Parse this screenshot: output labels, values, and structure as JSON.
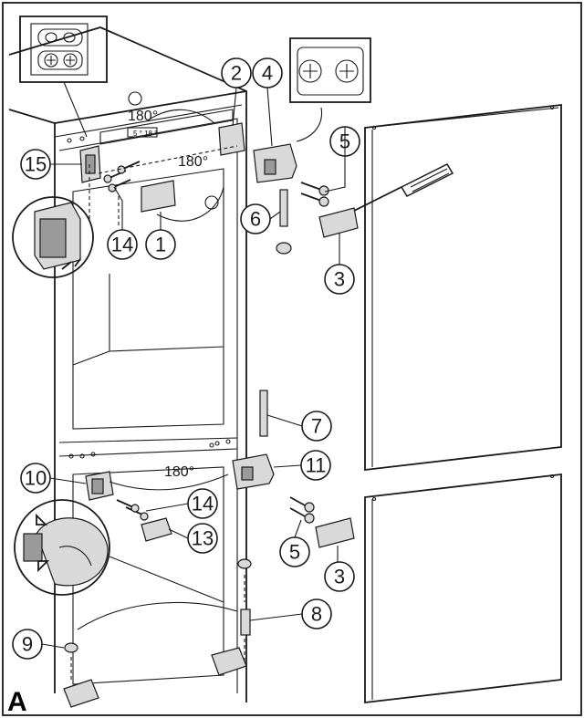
{
  "figure": {
    "label": "A",
    "angle_label": "180°"
  },
  "callouts": [
    {
      "id": "c1",
      "text": "1"
    },
    {
      "id": "c2",
      "text": "2"
    },
    {
      "id": "c3a",
      "text": "3"
    },
    {
      "id": "c3b",
      "text": "3"
    },
    {
      "id": "c4",
      "text": "4"
    },
    {
      "id": "c5a",
      "text": "5"
    },
    {
      "id": "c5b",
      "text": "5"
    },
    {
      "id": "c6",
      "text": "6"
    },
    {
      "id": "c7",
      "text": "7"
    },
    {
      "id": "c8",
      "text": "8"
    },
    {
      "id": "c9",
      "text": "9"
    },
    {
      "id": "c10",
      "text": "10"
    },
    {
      "id": "c11",
      "text": "11"
    },
    {
      "id": "c13",
      "text": "13"
    },
    {
      "id": "c14a",
      "text": "14"
    },
    {
      "id": "c14b",
      "text": "14"
    },
    {
      "id": "c15",
      "text": "15"
    }
  ],
  "colors": {
    "line": "#1a1a1a",
    "part_fill": "#d9d9d9",
    "part_dark": "#9a9a9a",
    "background": "#ffffff"
  }
}
